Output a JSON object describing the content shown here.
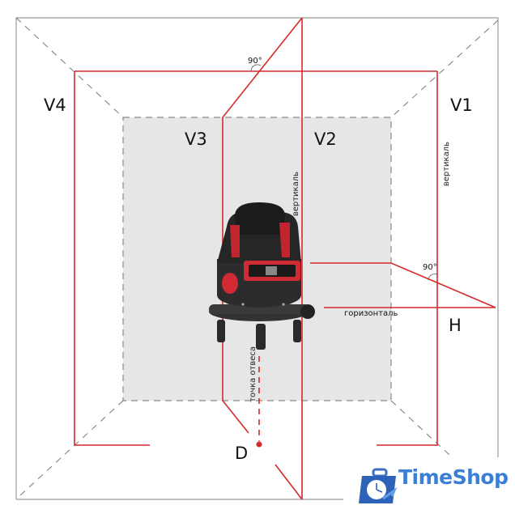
{
  "diagram": {
    "labels": {
      "v1": "V1",
      "v2": "V2",
      "v3": "V3",
      "v4": "V4",
      "h": "H",
      "d": "D",
      "angle_top": "90°",
      "angle_right": "90°",
      "vertical_right": "вертикаль",
      "vertical_center": "вертикаль",
      "horizontal": "горизонталь",
      "plumb_point": "точка отвеса"
    },
    "colors": {
      "laser": "#d42a2a",
      "wall_frame": "#9a9a9a",
      "back_wall": "#e6e6e6",
      "brand": "#3a7ed6"
    }
  },
  "logo": {
    "text": "TimeShop"
  }
}
